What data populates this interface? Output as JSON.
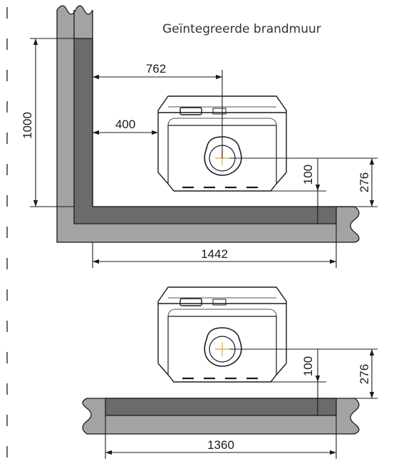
{
  "title": "Geïntegreerde brandmuur",
  "dimensions": {
    "top": {
      "wall_height": "1000",
      "center_offset": "762",
      "side_offset": "400",
      "base_height": "100",
      "center_height": "276",
      "total_width": "1442"
    },
    "bottom": {
      "base_height": "100",
      "center_height": "276",
      "total_width": "1360"
    }
  },
  "colors": {
    "wall_light": "#a3a3a3",
    "wall_dark": "#6b6b6b",
    "line": "#1a1a1a",
    "crosshair": "#e8a040"
  }
}
